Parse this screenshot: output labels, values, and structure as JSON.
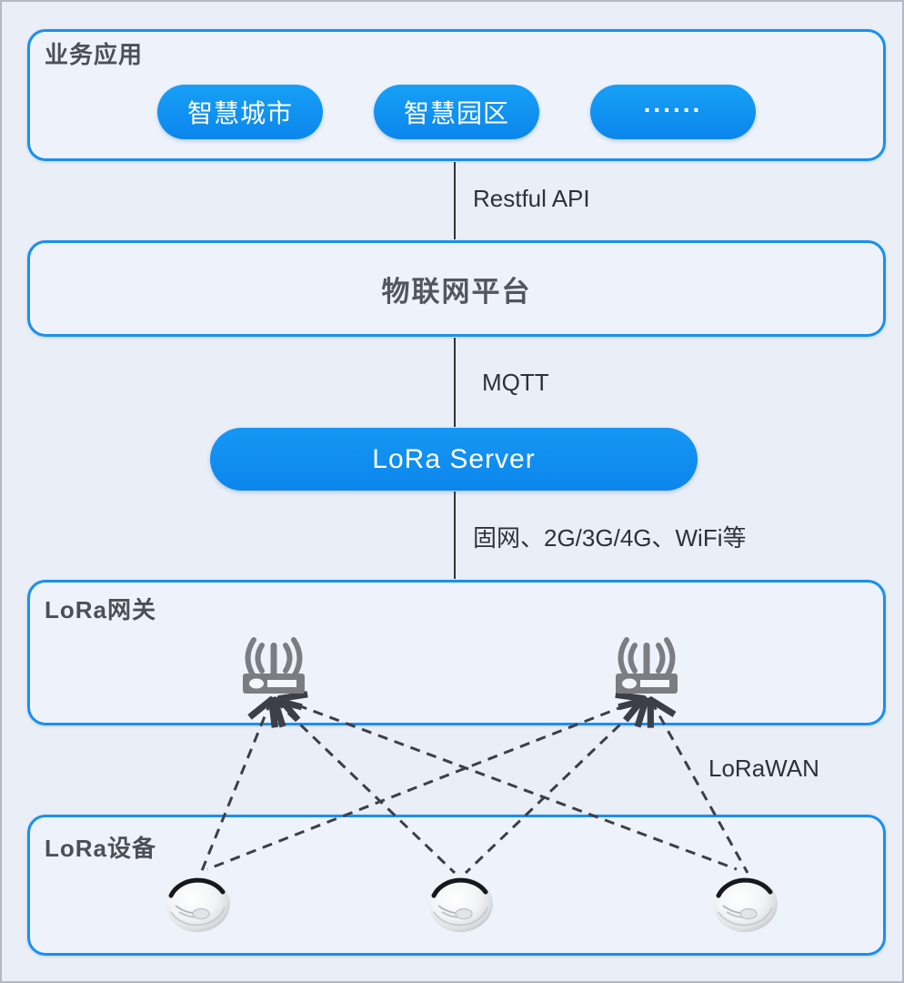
{
  "palette": {
    "page_bg": "#eaeef6",
    "box_bg": "#eef3fb",
    "border_blue": "#1990f0",
    "pill_blue": "#0f8ff2",
    "heading_gray": "#4d4f57",
    "connector_dark": "#30333c",
    "dash_gray": "#3d3f47",
    "icon_gray": "#7b7d83"
  },
  "boxes": {
    "business": {
      "title": "业务应用",
      "pills": [
        "智慧城市",
        "智慧园区",
        "......"
      ]
    },
    "platform": {
      "title": "物联网平台"
    },
    "server": {
      "label": "LoRa Server"
    },
    "gateway": {
      "title": "LoRa网关",
      "icon": "lora-gateway-router-icon",
      "icon_count": 2
    },
    "devices": {
      "title": "LoRa设备",
      "icon": "lora-sensor-device-icon",
      "icon_count": 3
    }
  },
  "links": {
    "restful_api": "Restful API",
    "mqtt": "MQTT",
    "backhaul": "固网、2G/3G/4G、WiFi等",
    "lorawan": "LoRaWAN"
  }
}
